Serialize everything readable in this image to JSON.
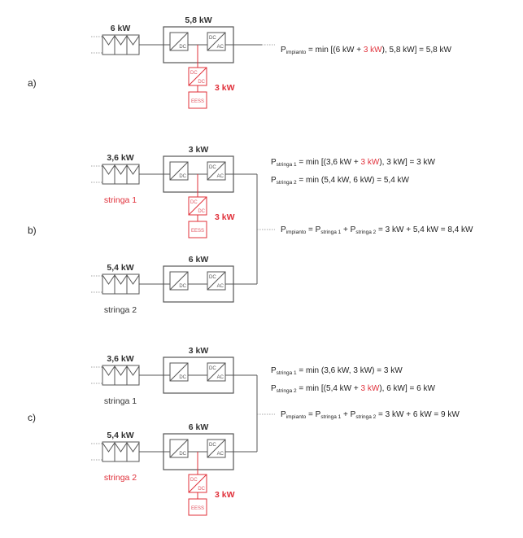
{
  "colors": {
    "line": "#555555",
    "battery": "#e0303a",
    "text": "#222222"
  },
  "converter_labels": {
    "dc": "DC",
    "dc_ac_top": "DC",
    "dc_ac_bottom": "AC",
    "dcdc_top": "DC",
    "dcdc_bottom": "DC",
    "eess": "EESS"
  },
  "sections": [
    {
      "id": "a",
      "label": "a)",
      "strings": [
        {
          "power": "6 kW",
          "name": "",
          "name_red": false,
          "inverter_power": "5,8 kW",
          "battery": true,
          "battery_power": "3 kW"
        }
      ],
      "equations": [
        {
          "lhs": "P",
          "lhs_sub": "impianto",
          "parts": [
            {
              "t": " = min [(6 kW + ",
              "red": false
            },
            {
              "t": "3 kW",
              "red": true
            },
            {
              "t": "), 5,8 kW] = 5,8 kW",
              "red": false
            }
          ]
        }
      ]
    },
    {
      "id": "b",
      "label": "b)",
      "strings": [
        {
          "power": "3,6 kW",
          "name": "stringa 1",
          "name_red": true,
          "inverter_power": "3 kW",
          "battery": true,
          "battery_power": "3 kW"
        },
        {
          "power": "5,4 kW",
          "name": "stringa 2",
          "name_red": false,
          "inverter_power": "6 kW",
          "battery": false
        }
      ],
      "equations": [
        {
          "lhs": "P",
          "lhs_sub": "stringa 1",
          "parts": [
            {
              "t": " = min [(3,6 kW + ",
              "red": false
            },
            {
              "t": "3 kW",
              "red": true
            },
            {
              "t": "), 3 kW] = 3 kW",
              "red": false
            }
          ]
        },
        {
          "lhs": "P",
          "lhs_sub": "stringa 2",
          "parts": [
            {
              "t": " = min (5,4 kW, 6 kW) = 5,4 kW",
              "red": false
            }
          ]
        },
        {
          "lhs": "P",
          "lhs_sub": "impianto",
          "parts": [
            {
              "t": " = P",
              "red": false,
              "sub": "stringa 1"
            },
            {
              "t": " + P",
              "red": false,
              "sub": "stringa 2"
            },
            {
              "t": " = 3 kW + 5,4 kW = 8,4 kW",
              "red": false
            }
          ]
        }
      ]
    },
    {
      "id": "c",
      "label": "c)",
      "strings": [
        {
          "power": "3,6 kW",
          "name": "stringa 1",
          "name_red": false,
          "inverter_power": "3 kW",
          "battery": false
        },
        {
          "power": "5,4 kW",
          "name": "stringa 2",
          "name_red": true,
          "inverter_power": "6 kW",
          "battery": true,
          "battery_power": "3 kW"
        }
      ],
      "equations": [
        {
          "lhs": "P",
          "lhs_sub": "stringa 1",
          "parts": [
            {
              "t": " = min (3,6 kW, 3 kW) = 3 kW",
              "red": false
            }
          ]
        },
        {
          "lhs": "P",
          "lhs_sub": "stringa 2",
          "parts": [
            {
              "t": " = min [(5,4 kW + ",
              "red": false
            },
            {
              "t": "3 kW",
              "red": true
            },
            {
              "t": "), 6 kW] = 6 kW",
              "red": false
            }
          ]
        },
        {
          "lhs": "P",
          "lhs_sub": "impianto",
          "parts": [
            {
              "t": " = P",
              "red": false,
              "sub": "stringa 1"
            },
            {
              "t": " + P",
              "red": false,
              "sub": "stringa 2"
            },
            {
              "t": " = 3 kW + 6 kW = 9 kW",
              "red": false
            }
          ]
        }
      ]
    }
  ]
}
